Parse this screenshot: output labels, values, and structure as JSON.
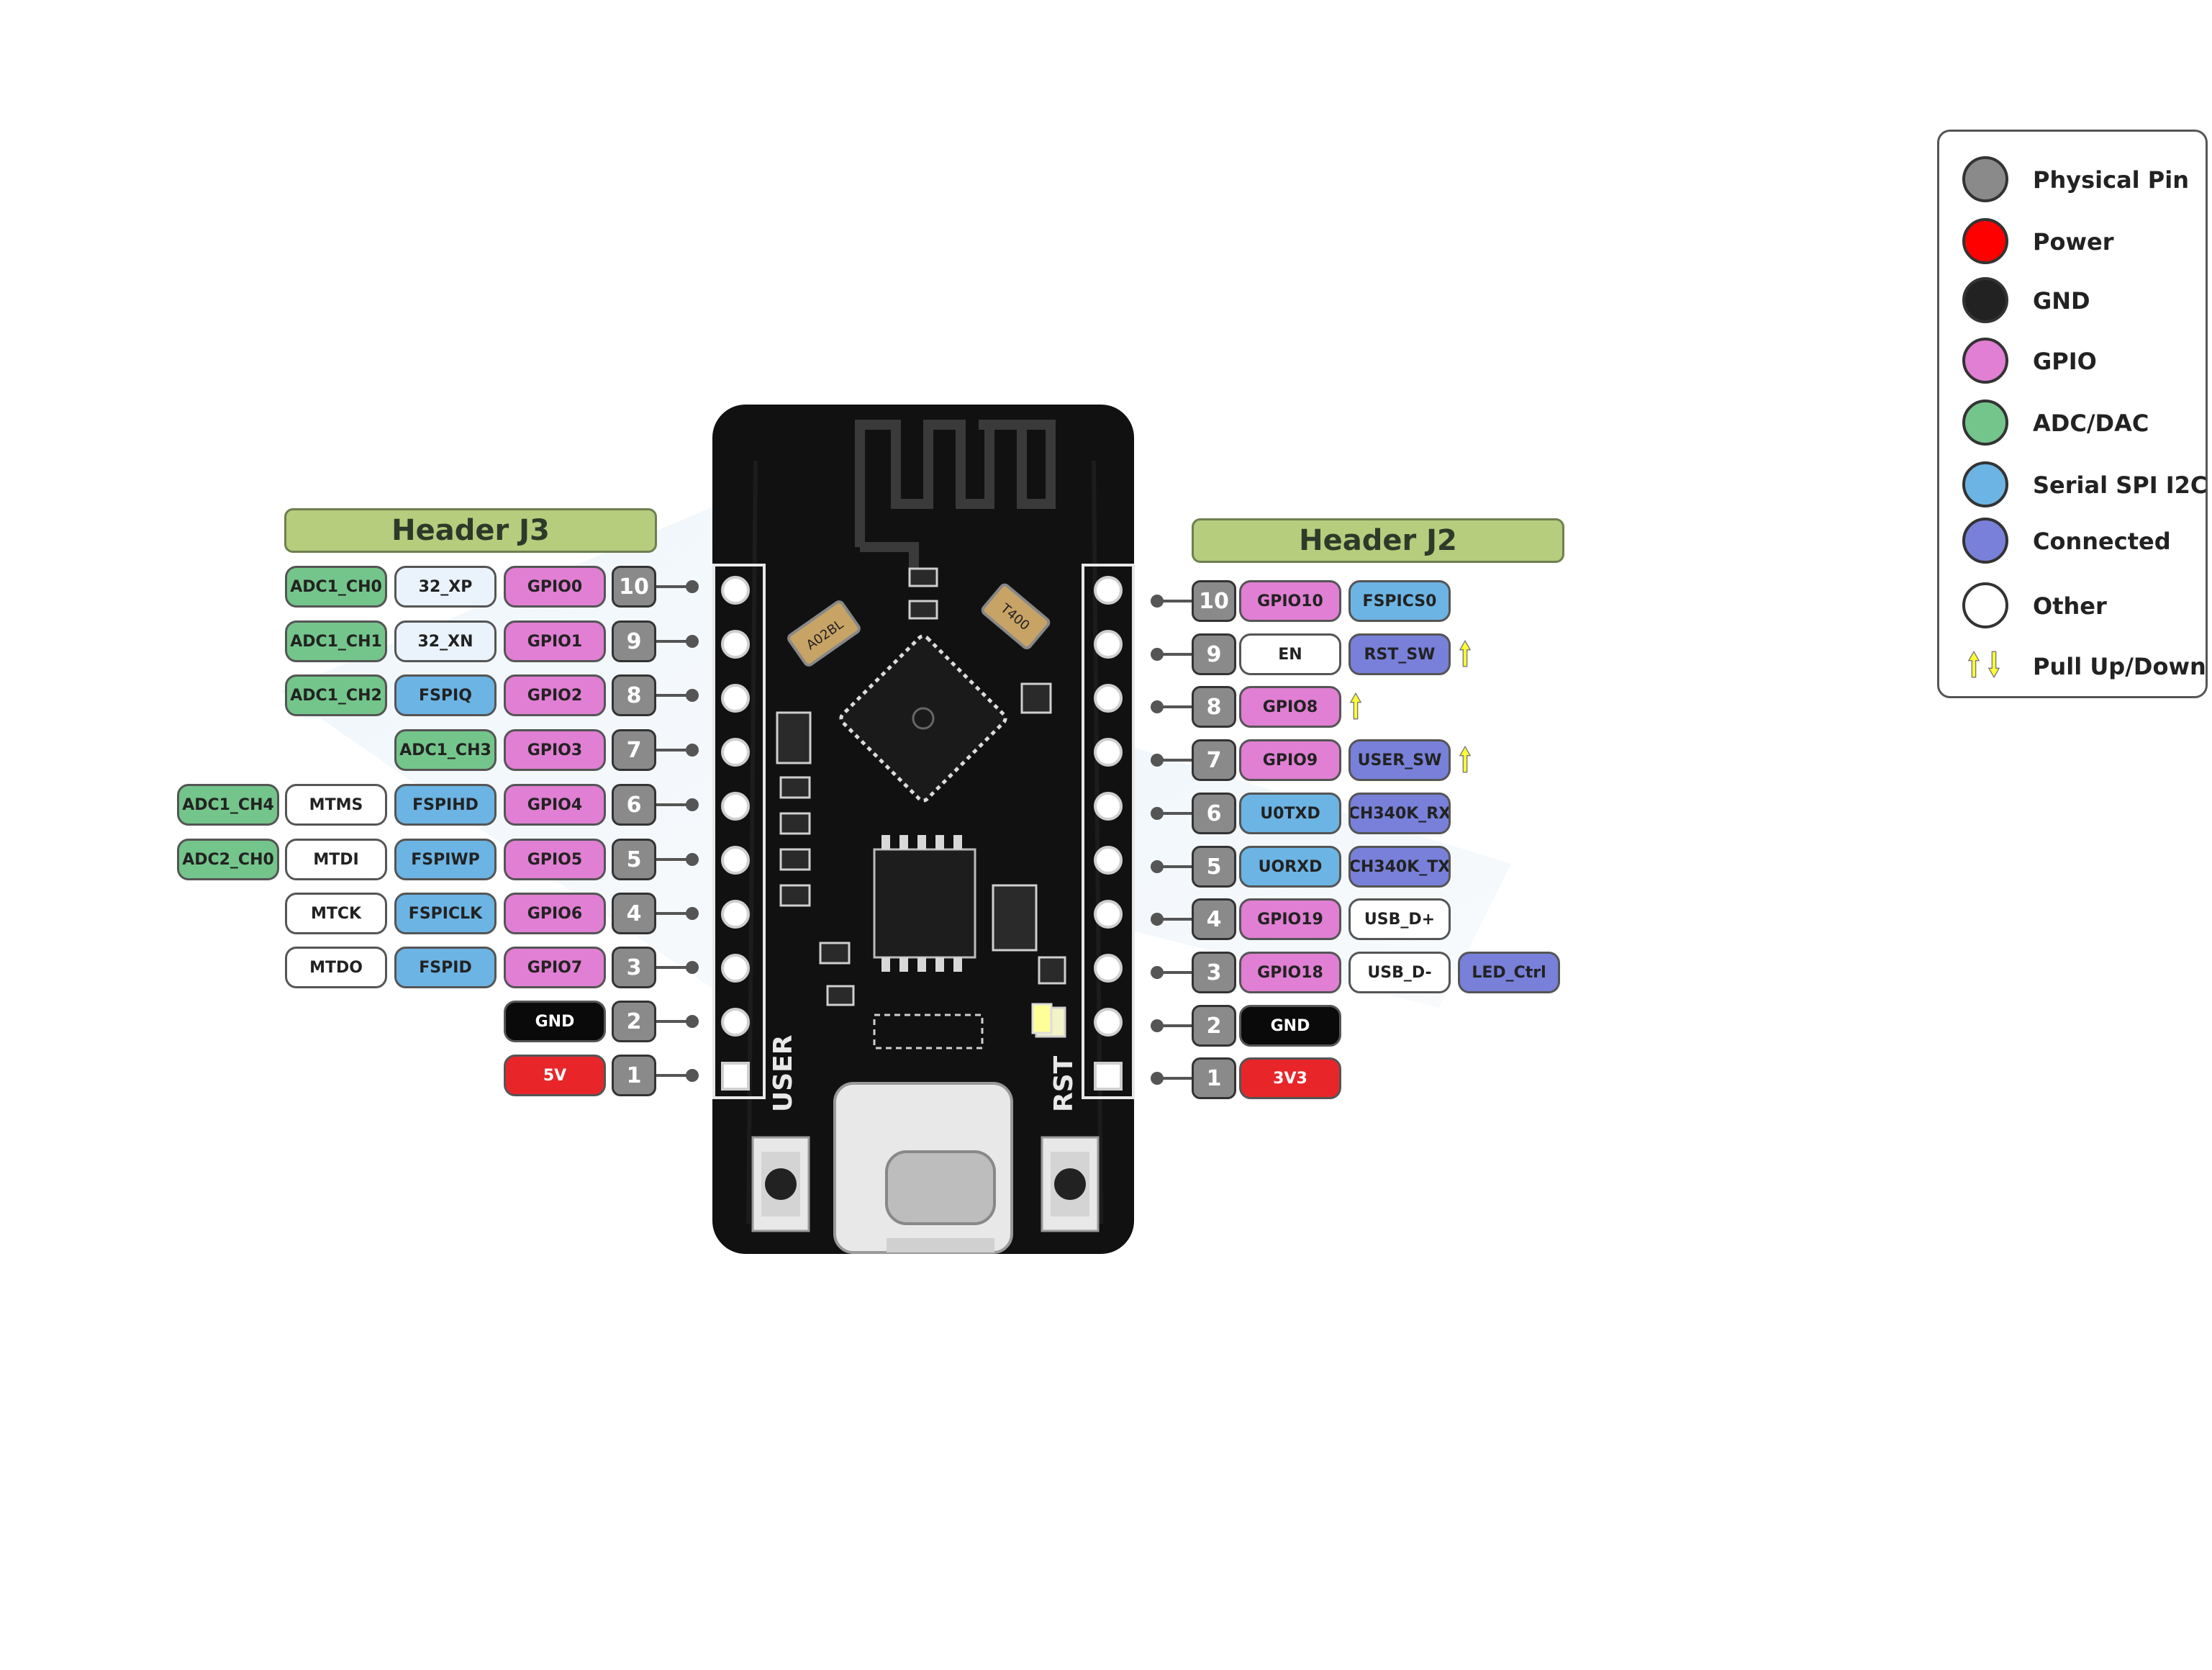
{
  "colors": {
    "physical": "#8a8a8a",
    "power": "#e8262a",
    "gnd": "#0a0a0a",
    "gpio": "#e07fd3",
    "adc": "#74c58b",
    "serial": "#6cb4e4",
    "connected": "#7880d9",
    "other": "#ffffff",
    "light": "#eaf3fb",
    "pull": "#ffff33",
    "header": "#b5cd7d"
  },
  "legend": [
    {
      "label": "Physical Pin",
      "color": "#8a8a8a",
      "icon": "physical-pin-swatch"
    },
    {
      "label": "Power",
      "color": "#ff0000",
      "icon": "power-swatch"
    },
    {
      "label": "GND",
      "color": "#222222",
      "icon": "gnd-swatch"
    },
    {
      "label": "GPIO",
      "color": "#e07fd3",
      "icon": "gpio-swatch"
    },
    {
      "label": "ADC/DAC",
      "color": "#74c58b",
      "icon": "adc-dac-swatch"
    },
    {
      "label": "Serial SPI I2C",
      "color": "#6cb4e4",
      "icon": "serial-swatch"
    },
    {
      "label": "Connected",
      "color": "#7880d9",
      "icon": "connected-swatch"
    },
    {
      "label": "Other",
      "color": "#ffffff",
      "icon": "other-swatch"
    },
    {
      "label": "Pull Up/Down",
      "color": "#ffff33",
      "icon": "pull-up-down-arrows-icon"
    }
  ],
  "headers": {
    "left": {
      "title": "Header J3",
      "pins": [
        {
          "num": "10",
          "labels": [
            {
              "text": "GPIO0",
              "kind": "gpio"
            },
            {
              "text": "32_XP",
              "kind": "light"
            },
            {
              "text": "ADC1_CH0",
              "kind": "adc"
            }
          ]
        },
        {
          "num": "9",
          "labels": [
            {
              "text": "GPIO1",
              "kind": "gpio"
            },
            {
              "text": "32_XN",
              "kind": "light"
            },
            {
              "text": "ADC1_CH1",
              "kind": "adc"
            }
          ]
        },
        {
          "num": "8",
          "labels": [
            {
              "text": "GPIO2",
              "kind": "gpio"
            },
            {
              "text": "FSPIQ",
              "kind": "serial"
            },
            {
              "text": "ADC1_CH2",
              "kind": "adc"
            }
          ]
        },
        {
          "num": "7",
          "labels": [
            {
              "text": "GPIO3",
              "kind": "gpio"
            },
            {
              "text": "ADC1_CH3",
              "kind": "adc"
            }
          ]
        },
        {
          "num": "6",
          "labels": [
            {
              "text": "GPIO4",
              "kind": "gpio"
            },
            {
              "text": "FSPIHD",
              "kind": "serial"
            },
            {
              "text": "MTMS",
              "kind": "other"
            },
            {
              "text": "ADC1_CH4",
              "kind": "adc"
            }
          ]
        },
        {
          "num": "5",
          "labels": [
            {
              "text": "GPIO5",
              "kind": "gpio"
            },
            {
              "text": "FSPIWP",
              "kind": "serial"
            },
            {
              "text": "MTDI",
              "kind": "other"
            },
            {
              "text": "ADC2_CH0",
              "kind": "adc"
            }
          ]
        },
        {
          "num": "4",
          "labels": [
            {
              "text": "GPIO6",
              "kind": "gpio"
            },
            {
              "text": "FSPICLK",
              "kind": "serial"
            },
            {
              "text": "MTCK",
              "kind": "other"
            }
          ]
        },
        {
          "num": "3",
          "labels": [
            {
              "text": "GPIO7",
              "kind": "gpio"
            },
            {
              "text": "FSPID",
              "kind": "serial"
            },
            {
              "text": "MTDO",
              "kind": "other"
            }
          ]
        },
        {
          "num": "2",
          "labels": [
            {
              "text": "GND",
              "kind": "gnd"
            }
          ]
        },
        {
          "num": "1",
          "labels": [
            {
              "text": "5V",
              "kind": "power"
            }
          ]
        }
      ]
    },
    "right": {
      "title": "Header J2",
      "pins": [
        {
          "num": "10",
          "labels": [
            {
              "text": "GPIO10",
              "kind": "gpio"
            },
            {
              "text": "FSPICS0",
              "kind": "serial"
            }
          ]
        },
        {
          "num": "9",
          "labels": [
            {
              "text": "EN",
              "kind": "other"
            },
            {
              "text": "RST_SW",
              "kind": "connected"
            }
          ],
          "pull": true
        },
        {
          "num": "8",
          "labels": [
            {
              "text": "GPIO8",
              "kind": "gpio"
            }
          ],
          "pull": true
        },
        {
          "num": "7",
          "labels": [
            {
              "text": "GPIO9",
              "kind": "gpio"
            },
            {
              "text": "USER_SW",
              "kind": "connected"
            }
          ],
          "pull": true
        },
        {
          "num": "6",
          "labels": [
            {
              "text": "U0TXD",
              "kind": "serial"
            },
            {
              "text": "CH340K_RX",
              "kind": "connected"
            }
          ]
        },
        {
          "num": "5",
          "labels": [
            {
              "text": "UORXD",
              "kind": "serial"
            },
            {
              "text": "CH340K_TX",
              "kind": "connected"
            }
          ]
        },
        {
          "num": "4",
          "labels": [
            {
              "text": "GPIO19",
              "kind": "gpio"
            },
            {
              "text": "USB_D+",
              "kind": "other"
            }
          ]
        },
        {
          "num": "3",
          "labels": [
            {
              "text": "GPIO18",
              "kind": "gpio"
            },
            {
              "text": "USB_D-",
              "kind": "other"
            },
            {
              "text": "LED_Ctrl",
              "kind": "connected"
            }
          ]
        },
        {
          "num": "2",
          "labels": [
            {
              "text": "GND",
              "kind": "gnd"
            }
          ]
        },
        {
          "num": "1",
          "labels": [
            {
              "text": "3V3",
              "kind": "power"
            }
          ]
        }
      ]
    }
  },
  "board": {
    "user_label": "USER",
    "rst_label": "RST",
    "crystal_a": "A02BL",
    "crystal_b": "T400"
  }
}
